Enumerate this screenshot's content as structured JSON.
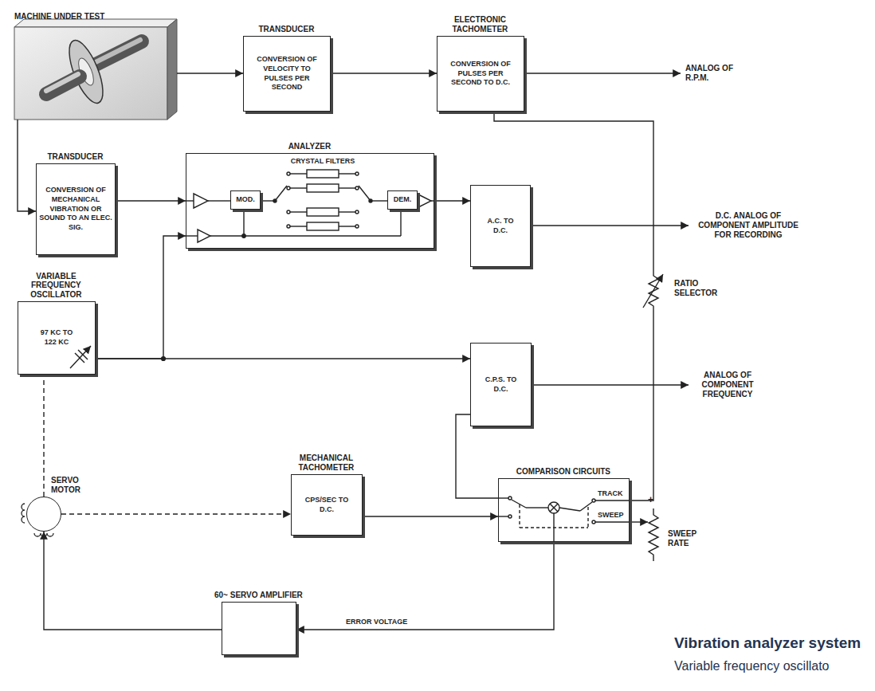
{
  "diagram": {
    "caption": "Vibration analyzer system",
    "nodes": [
      {
        "text": [
          "MACHINE UNDER TEST"
        ]
      },
      {
        "text": [
          "TRANSDUCER",
          "CONVERSION OF VELOCITY TO PULSES PER SECOND"
        ]
      },
      {
        "text": [
          "ELECTRONIC TACHOMETER",
          "CONVERSION OF PULSES PER SECOND TO D.C."
        ]
      },
      {
        "text": [
          "TRANSDUCER",
          "CONVERSION OF MECHANICAL VIBRATION OR SOUND TO AN ELEC. SIG."
        ]
      },
      {
        "text": [
          "ANALYZER"
        ]
      },
      {
        "text": [
          "MOD."
        ],
        "in": 4
      },
      {
        "text": [
          "DEM."
        ],
        "in": 4
      },
      {
        "text": [
          "A.C. TO D.C."
        ]
      },
      {
        "text": [
          "VARIABLE FREQUENCY OSCILLATOR",
          "97 KC TO 122 KC"
        ]
      },
      {
        "text": [
          "C.P.S. TO D.C."
        ]
      },
      {
        "text": [
          "MECHANICAL TACHOMETER",
          "CPS/SEC TO D.C."
        ]
      },
      {
        "text": [
          "COMPARISON CIRCUITS"
        ]
      },
      {
        "text": [
          "60~ SERVO AMPLIFIER"
        ]
      },
      {
        "text": [
          "SERVO MOTOR"
        ]
      }
    ],
    "edges": [
      {
        "from": 0,
        "to": 1,
        "arrow": "to"
      },
      {
        "from": 1,
        "to": 2,
        "arrow": "to"
      },
      {
        "from": 0,
        "to": 3,
        "arrow": "to"
      },
      {
        "from": 3,
        "to": 4,
        "arrow": "to"
      },
      {
        "from": 4,
        "to": 7,
        "arrow": "to"
      },
      {
        "from": 8,
        "to": 4,
        "arrow": "to"
      },
      {
        "from": 8,
        "to": 9,
        "arrow": "to"
      },
      {
        "from": 2,
        "to": 11,
        "arrow": "none"
      },
      {
        "from": 9,
        "to": 11,
        "arrow": "none"
      },
      {
        "from": 10,
        "to": 11,
        "arrow": "to"
      },
      {
        "from": 11,
        "to": 12,
        "label": "ERROR VOLTAGE",
        "arrow": "to"
      },
      {
        "from": 12,
        "to": 13,
        "arrow": "to"
      },
      {
        "from": 13,
        "to": 8,
        "arrow": "none"
      },
      {
        "from": 13,
        "to": 10,
        "arrow": "to"
      }
    ],
    "labels": [
      "ANALOG OF R.P.M.",
      "CRYSTAL FILTERS",
      "D.C. ANALOG OF COMPONENT AMPLITUDE FOR RECORDING",
      "RATIO SELECTOR",
      "ANALOG OF COMPONENT FREQUENCY",
      "TRACK",
      "SWEEP",
      "SWEEP RATE",
      "+",
      "Variable frequency oscillato"
    ]
  }
}
